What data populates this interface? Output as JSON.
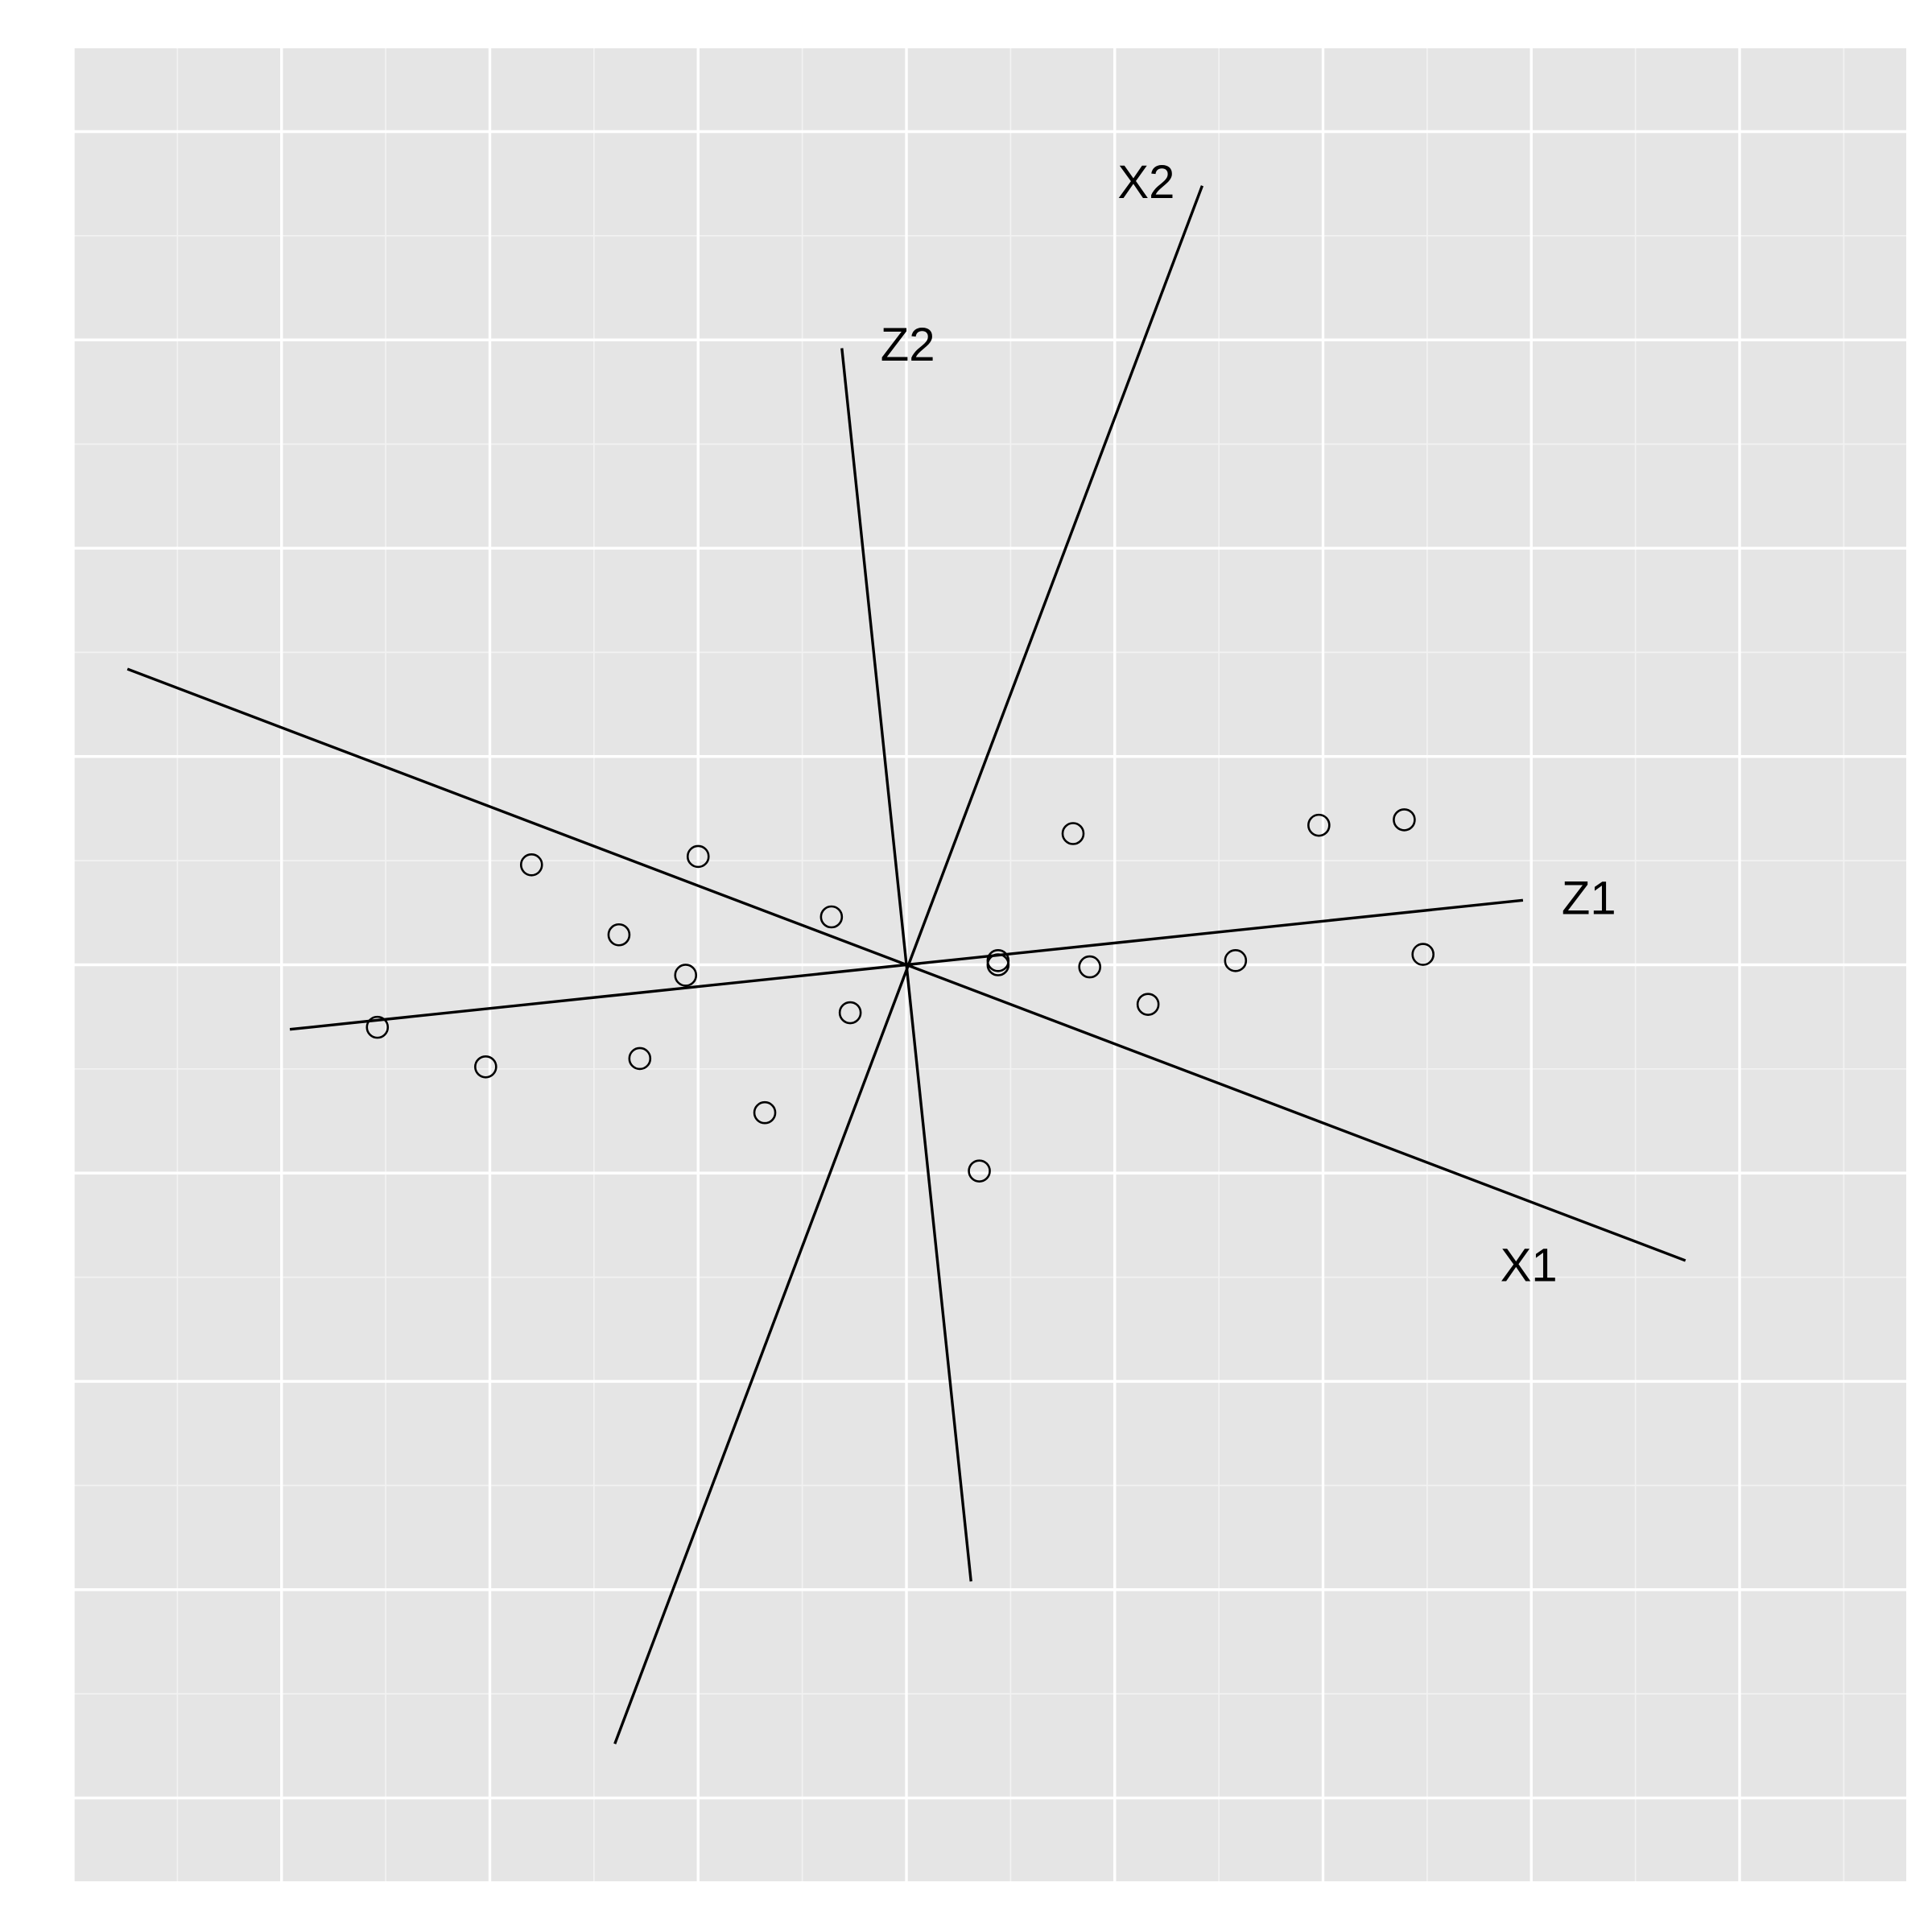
{
  "chart_data": {
    "type": "scatter",
    "title": "",
    "xlabel": "",
    "ylabel": "",
    "xlim": [
      -0.2,
      0.24
    ],
    "ylim": [
      -0.22,
      0.22
    ],
    "grid": true,
    "background": "#e5e5e5",
    "points": {
      "x": [
        -0.127,
        -0.101,
        -0.09,
        -0.069,
        -0.064,
        -0.053,
        -0.05,
        -0.034,
        -0.018,
        -0.0135,
        0.0175,
        0.022,
        0.022,
        0.04,
        0.044,
        0.058,
        0.079,
        0.099,
        0.1195,
        0.124
      ],
      "y": [
        -0.015,
        -0.0245,
        0.024,
        0.0072,
        -0.0225,
        -0.0025,
        0.026,
        -0.0355,
        0.0115,
        -0.0115,
        -0.0495,
        0.0,
        0.001,
        0.0315,
        -0.0005,
        -0.0095,
        0.001,
        0.0335,
        0.0348,
        0.0025
      ]
    },
    "axes": [
      {
        "label": "X1",
        "from": [
          -0.187,
          0.071
        ],
        "to": [
          0.187,
          -0.071
        ]
      },
      {
        "label": "X2",
        "from": [
          -0.07,
          -0.187
        ],
        "to": [
          0.071,
          0.187
        ]
      },
      {
        "label": "Z1",
        "from": [
          -0.148,
          -0.0155
        ],
        "to": [
          0.148,
          0.0155
        ]
      },
      {
        "label": "Z2",
        "from": [
          0.0155,
          -0.148
        ],
        "to": [
          -0.0155,
          0.148
        ]
      }
    ]
  }
}
